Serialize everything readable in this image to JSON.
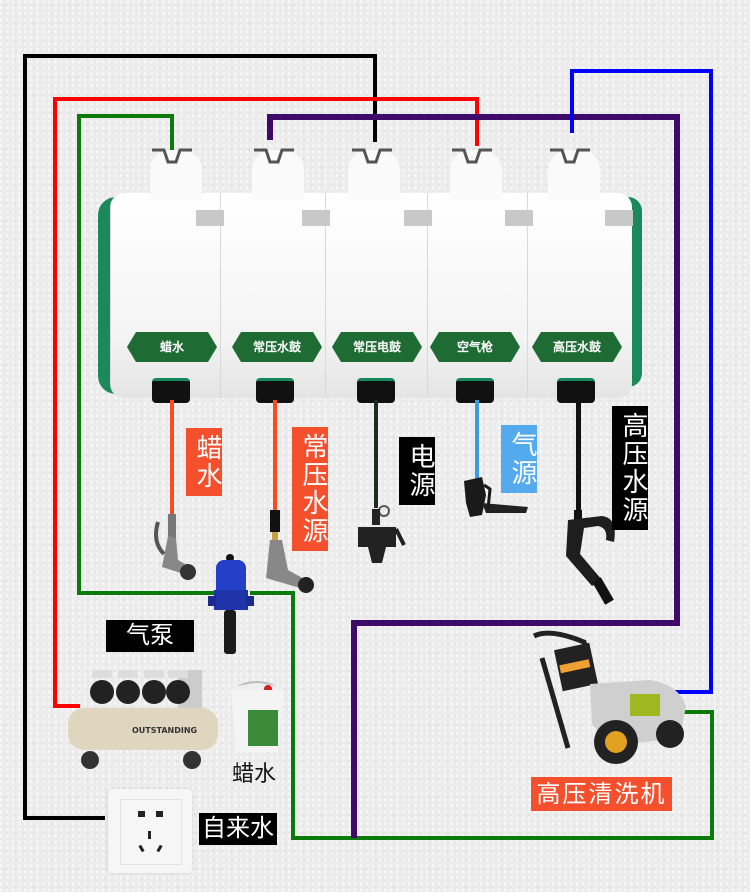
{
  "reels": [
    {
      "badge": "蜡水",
      "tool_label": "蜡水",
      "hose_color": "#ff4a20",
      "label_style": "red"
    },
    {
      "badge": "常压水鼓",
      "tool_label": "常压水源",
      "hose_color": "#ff4a20",
      "label_style": "red"
    },
    {
      "badge": "常压电鼓",
      "tool_label": "电源",
      "hose_color": "#1e2a22",
      "label_style": "black"
    },
    {
      "badge": "空气枪",
      "tool_label": "气源",
      "hose_color": "#3d9ae0",
      "label_style": "blue"
    },
    {
      "badge": "高压水鼓",
      "tool_label": "高压水源",
      "hose_color": "#111111",
      "label_style": "black"
    }
  ],
  "devices": {
    "air_pump": {
      "label": "气泵",
      "brand": "OUTSTANDING"
    },
    "wax_bucket": {
      "label": "蜡水"
    },
    "wall_outlet": {
      "label": ""
    },
    "tap_water": {
      "label": "自来水"
    },
    "pressure_washer": {
      "label": "高压清洗机"
    }
  },
  "wire_colors": {
    "power": "#000000",
    "air": "#ff0000",
    "wax_water": "#0a7a0a",
    "tap_water": "#3e0b6b",
    "high_pressure": "#0000ff"
  }
}
